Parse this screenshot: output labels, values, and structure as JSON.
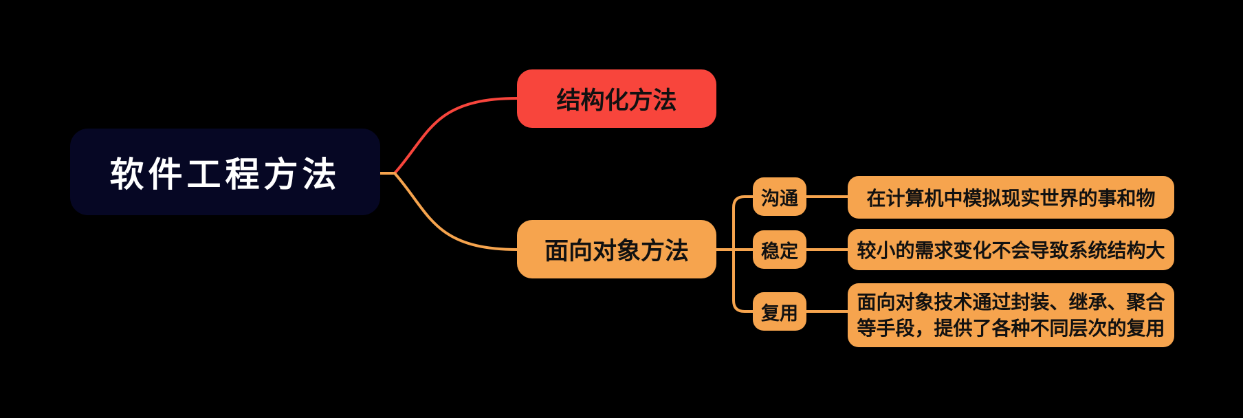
{
  "colors": {
    "background": "#000000",
    "root_bg": "#060724",
    "root_text": "#FFFFFF",
    "red": "#F8453C",
    "orange": "#F6A44E",
    "node_text": "#111111"
  },
  "mindmap": {
    "root": {
      "label": "软件工程方法"
    },
    "branches": [
      {
        "label": "结构化方法",
        "children": []
      },
      {
        "label": "面向对象方法",
        "children": [
          {
            "label": "沟通",
            "note": "在计算机中模拟现实世界的事和物"
          },
          {
            "label": "稳定",
            "note": "较小的需求变化不会导致系统结构大"
          },
          {
            "label": "复用",
            "note": "面向对象技术通过封装、继承、聚合等手段，提供了各种不同层次的复用"
          }
        ]
      }
    ]
  }
}
